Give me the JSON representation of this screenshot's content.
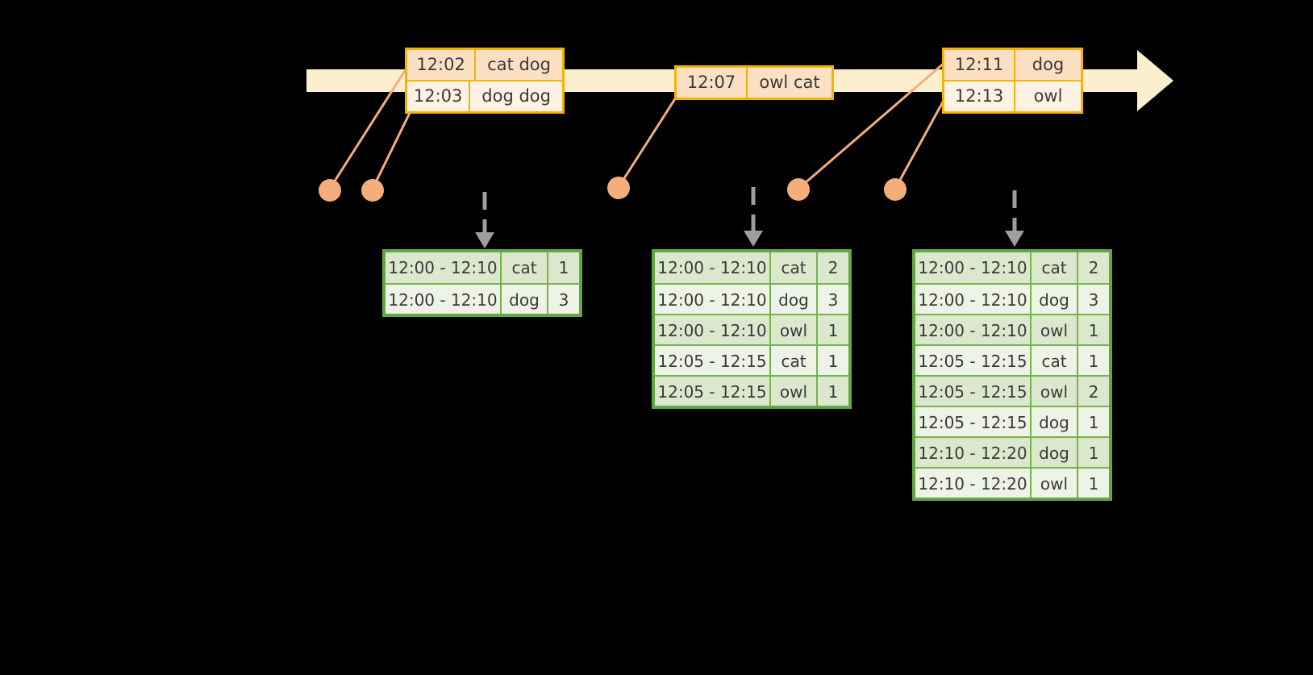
{
  "timeline": {
    "bar_color": "#FCEFCF",
    "accent_color": "#F5B301",
    "dot_color": "#F4AE7C",
    "arrow_color": "#9E9E9E",
    "events": [
      {
        "id": "group-1",
        "rows": [
          {
            "time": "12:02",
            "words": "cat dog"
          },
          {
            "time": "12:03",
            "words": "dog dog"
          }
        ]
      },
      {
        "id": "group-2",
        "rows": [
          {
            "time": "12:07",
            "words": "owl cat"
          }
        ]
      },
      {
        "id": "group-3",
        "rows": [
          {
            "time": "12:11",
            "words": "dog"
          },
          {
            "time": "12:13",
            "words": "owl"
          }
        ]
      }
    ]
  },
  "results": {
    "table_color": "#63A744",
    "tables": [
      {
        "id": "table-1",
        "rows": [
          {
            "window": "12:00 - 12:10",
            "key": "cat",
            "count": "1"
          },
          {
            "window": "12:00 - 12:10",
            "key": "dog",
            "count": "3"
          }
        ]
      },
      {
        "id": "table-2",
        "rows": [
          {
            "window": "12:00 - 12:10",
            "key": "cat",
            "count": "2"
          },
          {
            "window": "12:00 - 12:10",
            "key": "dog",
            "count": "3"
          },
          {
            "window": "12:00 - 12:10",
            "key": "owl",
            "count": "1"
          },
          {
            "window": "12:05 - 12:15",
            "key": "cat",
            "count": "1"
          },
          {
            "window": "12:05 - 12:15",
            "key": "owl",
            "count": "1"
          }
        ]
      },
      {
        "id": "table-3",
        "rows": [
          {
            "window": "12:00 - 12:10",
            "key": "cat",
            "count": "2"
          },
          {
            "window": "12:00 - 12:10",
            "key": "dog",
            "count": "3"
          },
          {
            "window": "12:00 - 12:10",
            "key": "owl",
            "count": "1"
          },
          {
            "window": "12:05 - 12:15",
            "key": "cat",
            "count": "1"
          },
          {
            "window": "12:05 - 12:15",
            "key": "owl",
            "count": "2"
          },
          {
            "window": "12:05 - 12:15",
            "key": "dog",
            "count": "1"
          },
          {
            "window": "12:10 - 12:20",
            "key": "dog",
            "count": "1"
          },
          {
            "window": "12:10 - 12:20",
            "key": "owl",
            "count": "1"
          }
        ]
      }
    ]
  }
}
